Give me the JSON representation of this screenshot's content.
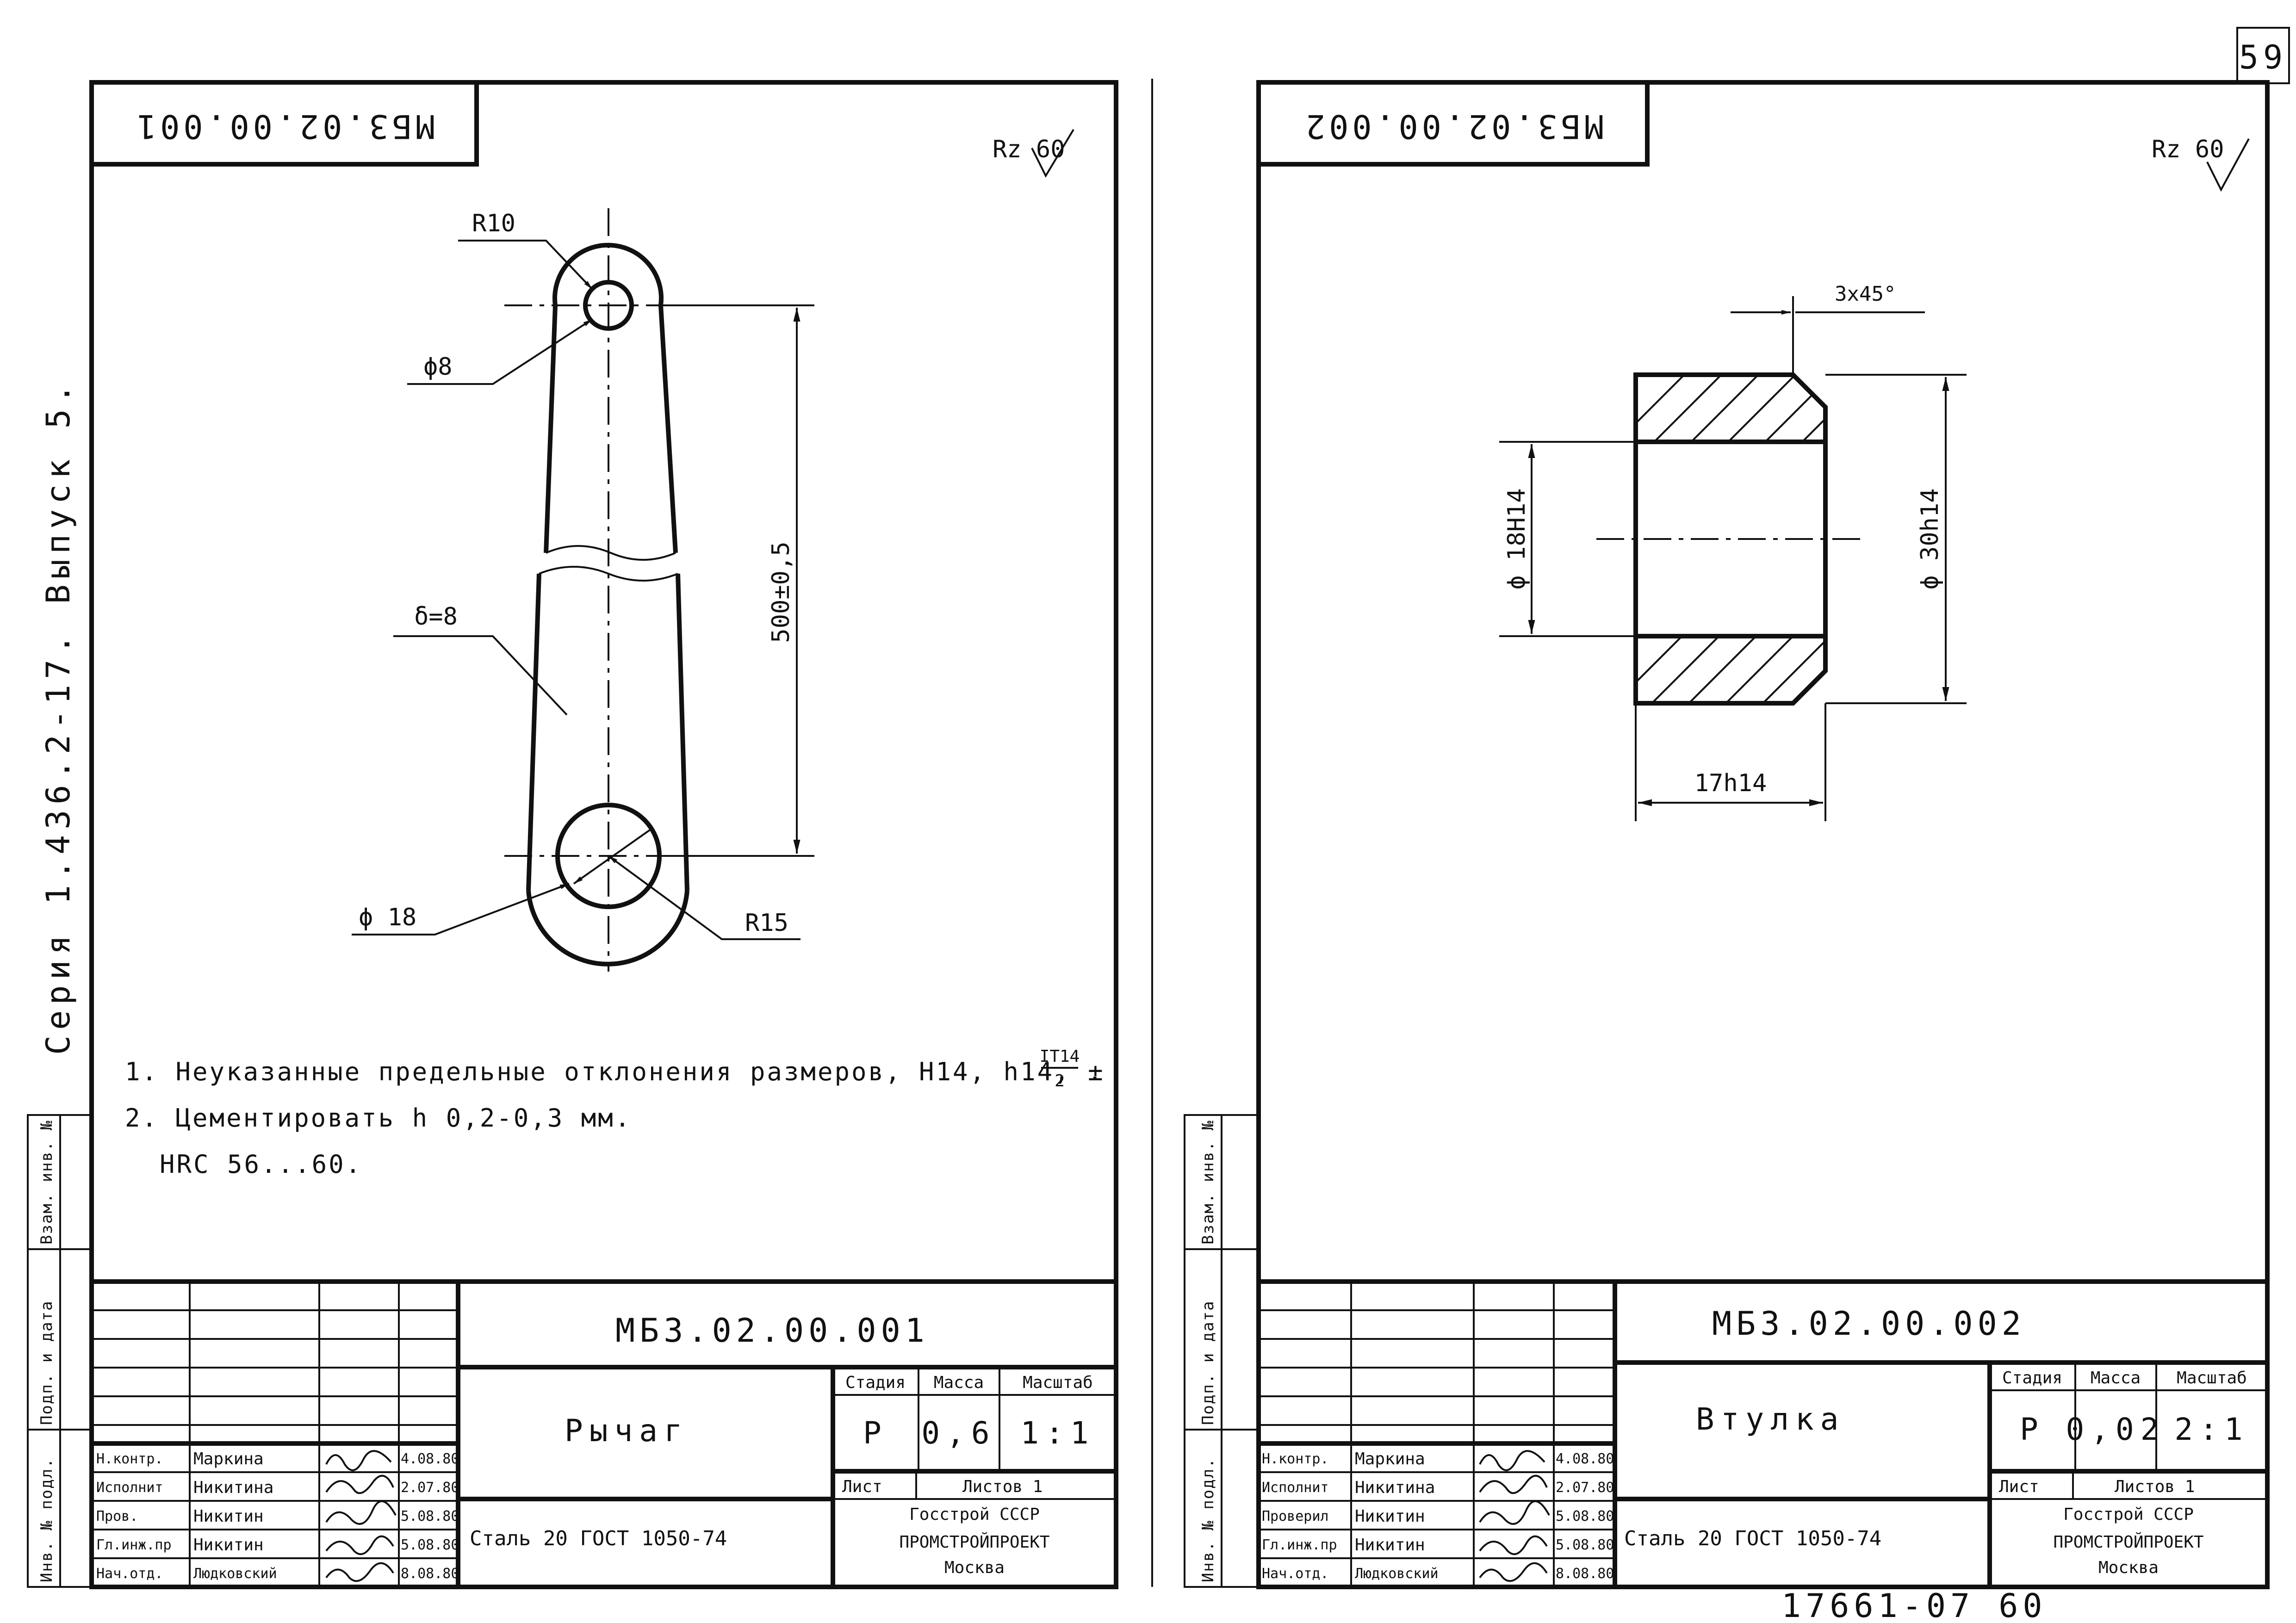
{
  "page": {
    "number": "59",
    "series": "Серия 1.436.2-17. Выпуск 5.",
    "bottom_code": "17661-07 60"
  },
  "stub_labels": [
    "Инв. № подл.",
    "Подп. и дата",
    "Взам. инв. №"
  ],
  "sheet_left": {
    "code_inverted": "МБ3.02.00.001",
    "roughness": "Rz 60",
    "dims": {
      "r_top": "R10",
      "d_top": "ϕ8",
      "thickness": "δ=8",
      "length": "500±0,5",
      "d_bottom": "ϕ 18",
      "r_bottom": "R15"
    },
    "notes": [
      "1. Неуказанные предельные отклонения размеров, H14, h14, ±",
      "2. Цементировать h 0,2-0,3 мм.",
      "HRC 56...60."
    ],
    "note_fraction": {
      "num": "IT14",
      "den": "2"
    },
    "title_block": {
      "designation": "МБ3.02.00.001",
      "name": "Рычаг",
      "material": "Сталь 20 ГОСТ 1050-74",
      "head_stage": "Стадия",
      "head_mass": "Масса",
      "head_scale": "Масштаб",
      "stage": "Р",
      "mass": "0,6",
      "scale": "1:1",
      "sheet_label": "Лист",
      "sheets_label": "Листов 1",
      "org1": "Госстрой СССР",
      "org2": "ПРОМСТРОЙПРОЕКТ",
      "org3": "Москва",
      "roles": [
        "Н.контр.",
        "Исполнит",
        "Пров.",
        "Гл.инж.пр",
        "Нач.отд."
      ],
      "people": [
        "Маркина",
        "Никитина",
        "Никитин",
        "Никитин",
        "Людковский"
      ],
      "dates": [
        "4.08.80",
        "2.07.80",
        "5.08.80",
        "5.08.80",
        "8.08.80"
      ]
    }
  },
  "sheet_right": {
    "code_inverted": "МБ3.02.00.002",
    "roughness": "Rz 60",
    "dims": {
      "chamfer": "3x45°",
      "inner": "ϕ 18H14",
      "outer": "ϕ 30h14",
      "length": "17h14"
    },
    "title_block": {
      "designation": "МБ3.02.00.002",
      "name": "Втулка",
      "material": "Сталь 20 ГОСТ 1050-74",
      "head_stage": "Стадия",
      "head_mass": "Масса",
      "head_scale": "Масштаб",
      "stage": "Р",
      "mass": "0,02",
      "scale": "2:1",
      "sheet_label": "Лист",
      "sheets_label": "Листов 1",
      "org1": "Госстрой СССР",
      "org2": "ПРОМСТРОЙПРОЕКТ",
      "org3": "Москва",
      "roles": [
        "Н.контр.",
        "Исполнит",
        "Проверил",
        "Гл.инж.пр",
        "Нач.отд."
      ],
      "people": [
        "Маркина",
        "Никитина",
        "Никитин",
        "Никитин",
        "Людковский"
      ],
      "dates": [
        "4.08.80",
        "2.07.80",
        "5.08.80",
        "5.08.80",
        "8.08.80"
      ]
    }
  }
}
